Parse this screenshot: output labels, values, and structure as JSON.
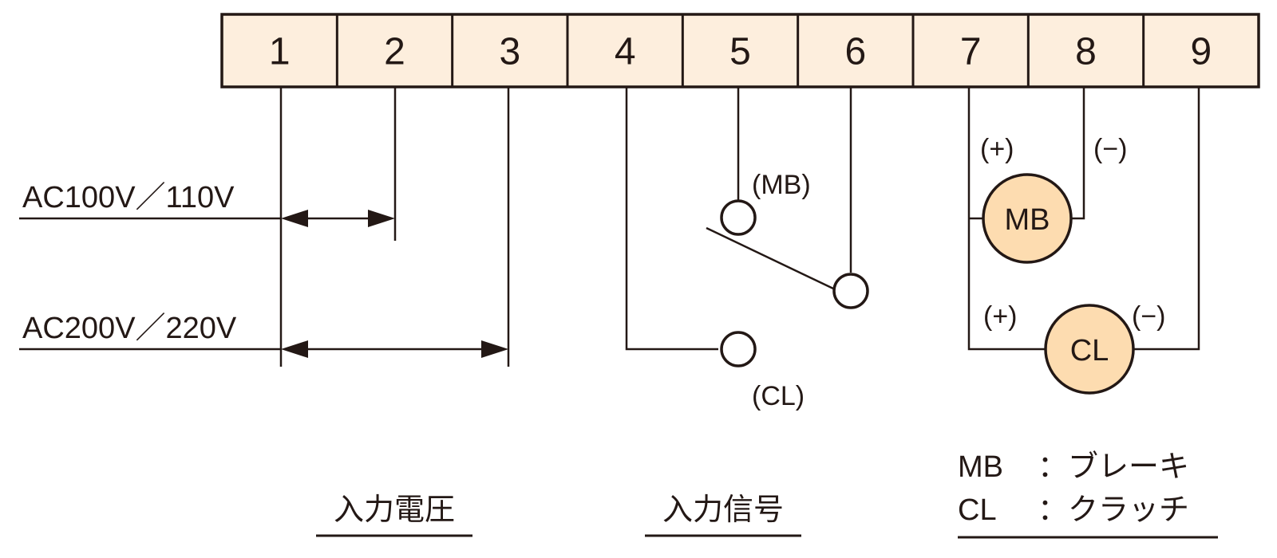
{
  "terminals": [
    "1",
    "2",
    "3",
    "4",
    "5",
    "6",
    "7",
    "8",
    "9"
  ],
  "colors": {
    "terminal_fill": "#fdeedd",
    "coil_fill": "#fddcb0",
    "line": "#231815"
  },
  "voltage": {
    "ac100": "AC100V／110V",
    "ac200": "AC200V／220V"
  },
  "switch": {
    "mb_label": "(MB)",
    "cl_label": "(CL)"
  },
  "coils": {
    "mb": {
      "text": "MB",
      "plus": "(+)",
      "minus": "(−)"
    },
    "cl": {
      "text": "CL",
      "plus": "(+)",
      "minus": "(−)"
    }
  },
  "sections": {
    "input_voltage": "入力電圧",
    "input_signal": "入力信号"
  },
  "legend": {
    "mb_key": "MB",
    "mb_value": "：ブレーキ",
    "cl_key": "CL",
    "cl_value": "：クラッチ"
  }
}
